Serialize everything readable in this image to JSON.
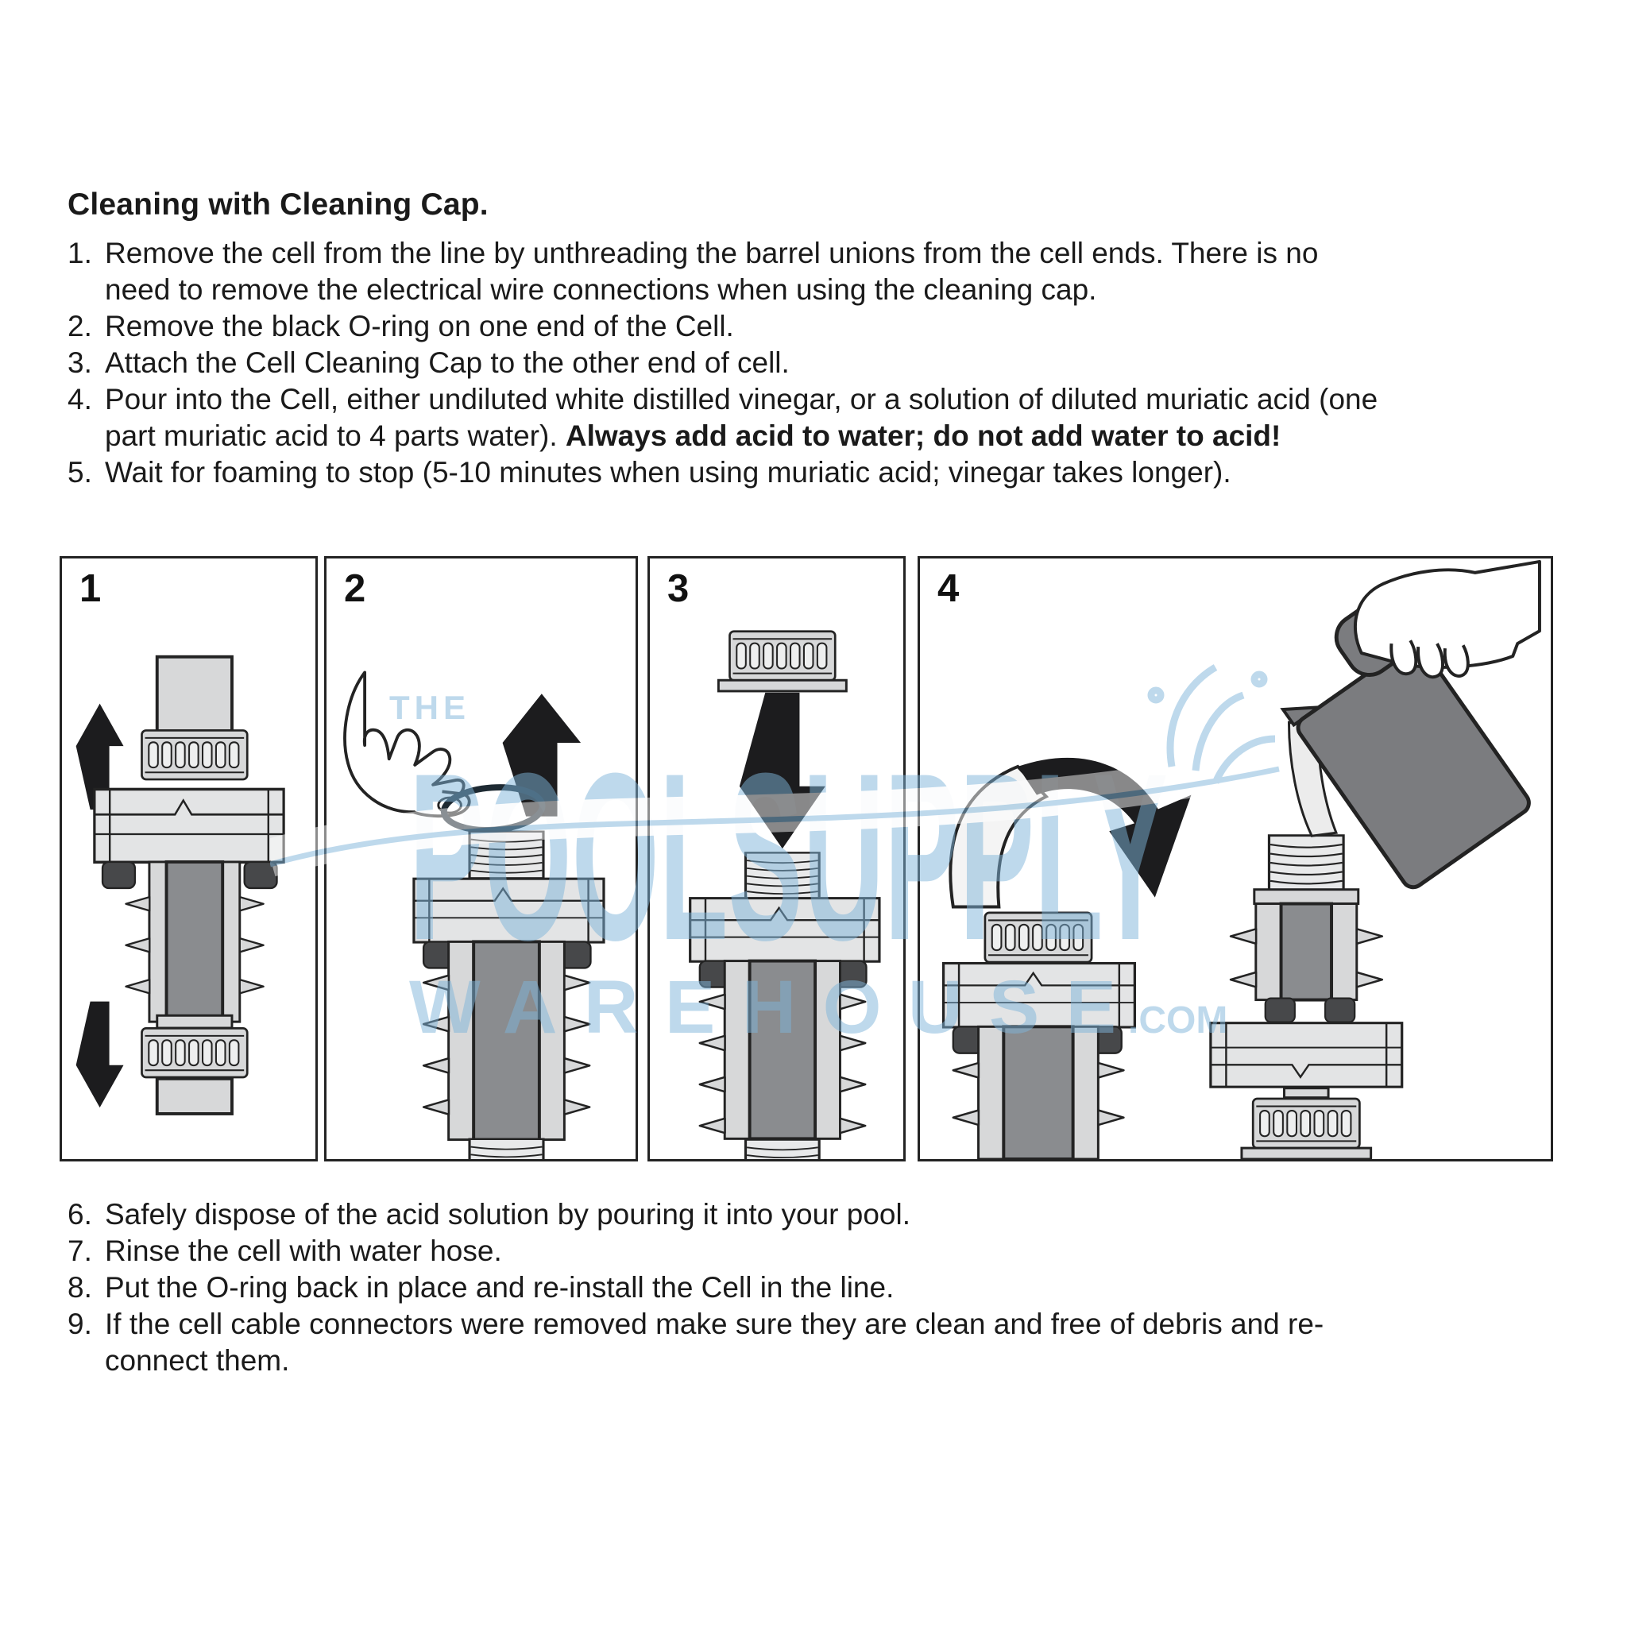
{
  "title": "Cleaning with Cleaning Cap.",
  "steps_top": [
    {
      "num": "1.",
      "line1": "Remove the cell from the line by unthreading the barrel unions from the cell ends. There is no",
      "line2": "need to remove the electrical wire connections when using the cleaning cap."
    },
    {
      "num": "2.",
      "line1": "Remove the black O-ring on one end of the Cell."
    },
    {
      "num": "3.",
      "line1": "Attach the Cell Cleaning Cap to the other end of cell."
    },
    {
      "num": "4.",
      "line1": "Pour into the Cell, either undiluted white distilled vinegar, or a solution of diluted muriatic acid (one",
      "line2": "part muriatic acid to 4 parts water). ",
      "line2_bold": "Always add acid to water; do not add water to acid!"
    },
    {
      "num": "5.",
      "line1": "Wait for foaming to stop (5-10 minutes when using muriatic acid; vinegar takes longer)."
    }
  ],
  "steps_bottom": [
    {
      "num": "6.",
      "line1": "Safely dispose of the acid solution by pouring it into your pool."
    },
    {
      "num": "7.",
      "line1": "Rinse the cell with water hose."
    },
    {
      "num": "8.",
      "line1": "Put the O-ring back in place and re-install the Cell in the line."
    },
    {
      "num": "9.",
      "line1": "If the cell cable connectors were removed make sure they are clean and free of debris and re-",
      "line2": "connect them."
    }
  ],
  "panels": [
    {
      "number": "1",
      "icon": "cell-with-barrel-unions-and-up-down-arrows"
    },
    {
      "number": "2",
      "icon": "hand-removing-o-ring-up-arrow"
    },
    {
      "number": "3",
      "icon": "cleaning-cap-down-arrow-onto-cell"
    },
    {
      "number": "4",
      "icon": "cap-screwed-on-and-jug-pouring-acid-into-cell"
    }
  ],
  "watermark": {
    "the": "THE",
    "main": "POOLSUPPLY",
    "sub": "WAREHOUSE",
    "tld": ".COM"
  },
  "colors": {
    "ink": "#232323",
    "light_gray": "#d7d8d9",
    "plate_gray": "#e3e4e5",
    "core_gray": "#8a8c8f",
    "feet_dark_gray": "#47484a",
    "jug_gray": "#7b7c7f",
    "arrow_black": "#1c1c1e",
    "watermark_blue": "#7fb5da"
  }
}
